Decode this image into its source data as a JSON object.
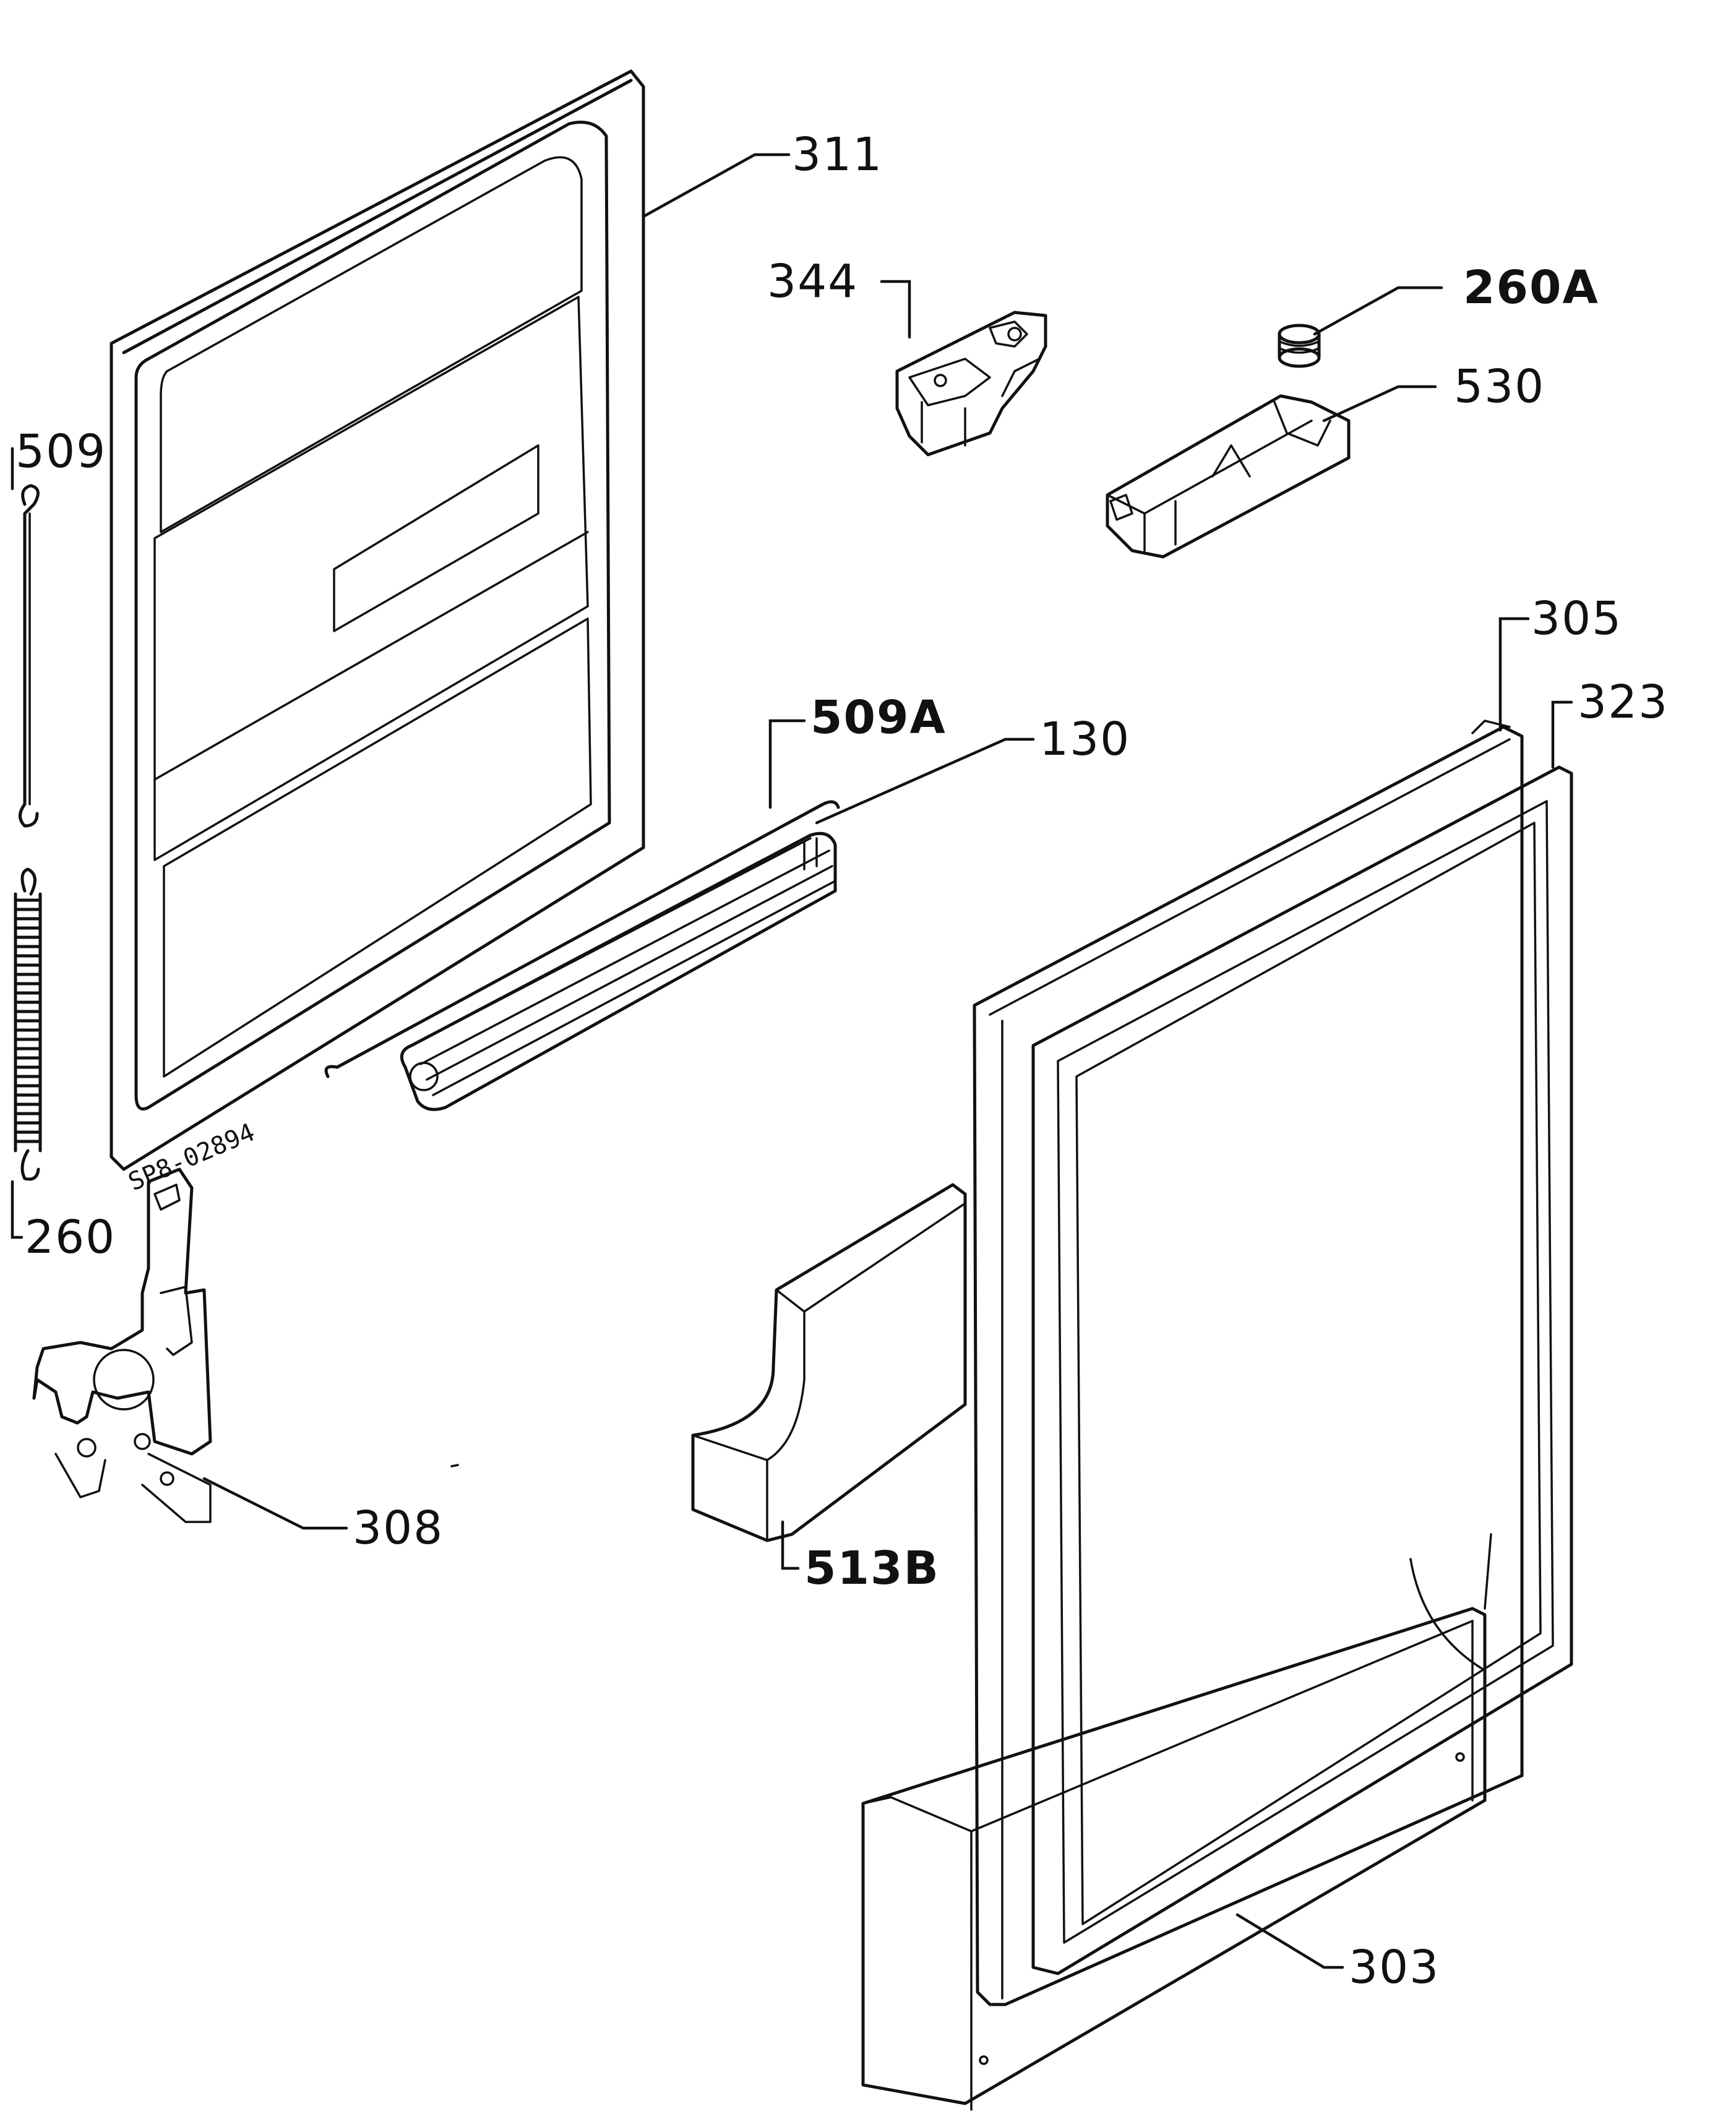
{
  "labels": {
    "p311": "311",
    "p344": "344",
    "p260a": "260A",
    "p530": "530",
    "p509": "509",
    "p305": "305",
    "p323": "323",
    "p509a": "509A",
    "p130": "130",
    "p260": "260",
    "p308": "308",
    "p513b": "513B",
    "p303": "303"
  },
  "drawing_number": "SP8-02894"
}
